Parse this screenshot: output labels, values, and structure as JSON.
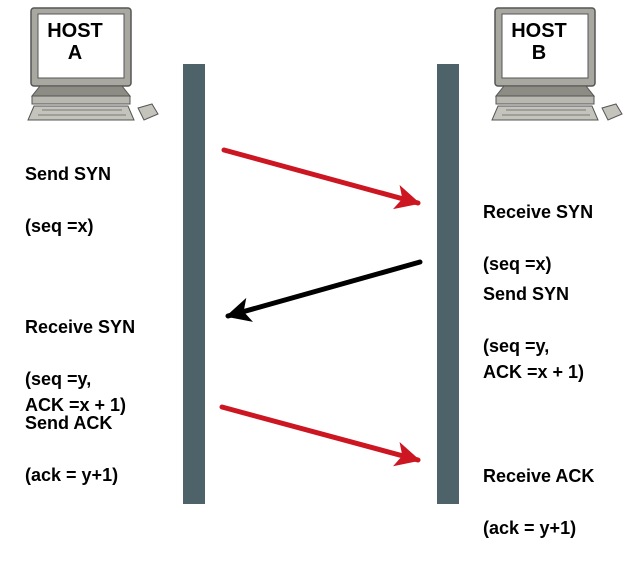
{
  "colors": {
    "timeline": "#4e6369",
    "arrow_red": "#cc1622",
    "arrow_black": "#000000"
  },
  "hosts": {
    "a": {
      "label": "HOST\nA",
      "icon": "computer-icon"
    },
    "b": {
      "label": "HOST\nB",
      "icon": "computer-icon"
    }
  },
  "steps": {
    "a_send_syn": {
      "title": "Send SYN",
      "detail": "(seq =x)"
    },
    "b_receive_syn": {
      "title": "Receive SYN",
      "detail": "(seq =x)"
    },
    "b_send_syn": {
      "title": "Send SYN",
      "detail": "(seq =y,\nACK =x + 1)"
    },
    "a_receive_syn": {
      "title": "Receive SYN",
      "detail": "(seq =y,\nACK =x + 1)"
    },
    "a_send_ack": {
      "title": "Send ACK",
      "detail": "(ack = y+1)"
    },
    "b_receive_ack": {
      "title": "Receive ACK",
      "detail": "(ack = y+1)"
    }
  }
}
